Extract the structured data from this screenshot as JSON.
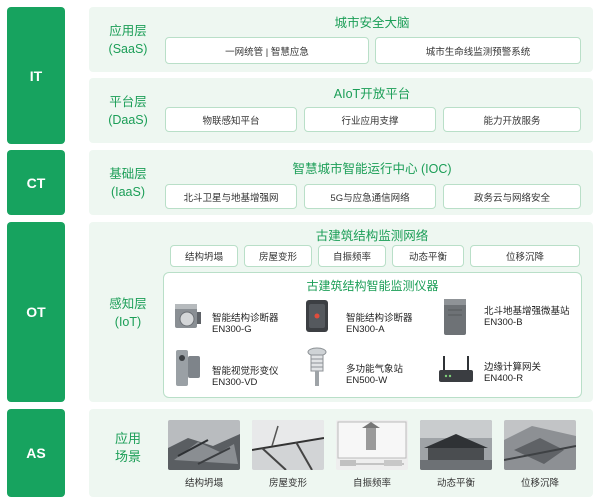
{
  "sections": {
    "it": "IT",
    "ct": "CT",
    "ot": "OT",
    "as": "AS"
  },
  "saas": {
    "name": "应用层",
    "code": "(SaaS)",
    "title": "城市安全大脑",
    "items": [
      "一网统管 | 智慧应急",
      "城市生命线监测预警系统"
    ]
  },
  "daas": {
    "name": "平台层",
    "code": "(DaaS)",
    "title": "AIoT开放平台",
    "items": [
      "物联感知平台",
      "行业应用支撑",
      "能力开放服务"
    ]
  },
  "iaas": {
    "name": "基础层",
    "code": "(IaaS)",
    "title": "智慧城市智能运行中心 (IOC)",
    "items": [
      "北斗卫星与地基增强网",
      "5G与应急通信网络",
      "政务云与网络安全"
    ]
  },
  "iot": {
    "name": "感知层",
    "code": "(IoT)",
    "network_title": "古建筑结构监测网络",
    "network_items": [
      "结构坍塌",
      "房屋变形",
      "自振频率",
      "动态平衡",
      "位移沉降"
    ],
    "devices_title": "古建筑结构智能监测仪器",
    "devices": [
      {
        "name": "智能结构诊断器",
        "model": "EN300-G"
      },
      {
        "name": "智能结构诊断器",
        "model": "EN300-A"
      },
      {
        "name": "北斗地基增强微基站",
        "model": "EN300-B"
      },
      {
        "name": "智能视觉形变仪",
        "model": "EN300-VD"
      },
      {
        "name": "多功能气象站",
        "model": "EN500-W"
      },
      {
        "name": "边缘计算网关",
        "model": "EN400-R"
      }
    ]
  },
  "scenes": {
    "name_line1": "应用",
    "name_line2": "场景",
    "items": [
      "结构坍塌",
      "房屋变形",
      "自振频率",
      "动态平衡",
      "位移沉降"
    ]
  },
  "colors": {
    "accent": "#17a35f",
    "panel": "#eef7f1",
    "text_green": "#1b9e57"
  }
}
